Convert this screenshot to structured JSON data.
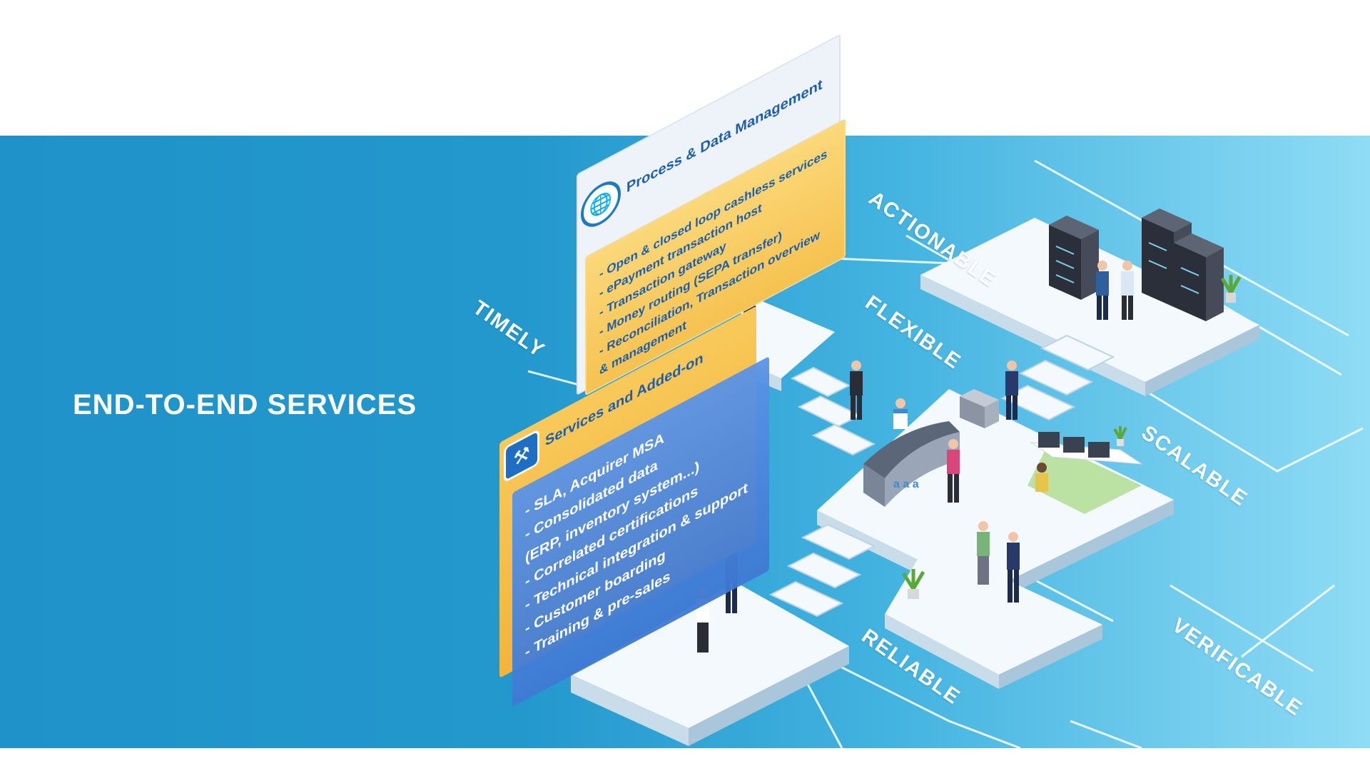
{
  "headline": "END-TO-END SERVICES",
  "attributes": {
    "timely": "TIMELY",
    "actionable": "ACTIONABLE",
    "flexible": "FLEXIBLE",
    "scalable": "SCALABLE",
    "reliable": "RELIABLE",
    "verificable": "VERIFICABLE"
  },
  "process_card": {
    "title": "Process & Data Management",
    "items": [
      "- Open & closed loop cashless services",
      "- ePayment transaction host",
      "- Transaction gateway",
      "- Money routing (SEPA transfer)",
      "- Reconciliation, Transaction overview",
      "& management"
    ]
  },
  "services_card": {
    "title": "Services and Added-on",
    "items": [
      "- SLA, Acquirer MSA",
      "- Consolidated data",
      "(ERP, inventory system...)",
      "- Correlated certifications",
      "- Technical integration & support",
      "- Customer boarding",
      "- Training & pre-sales"
    ]
  },
  "colors": {
    "banner": "#2398cd",
    "card_yellow": "#f8c95a",
    "card_blue": "#4f86de",
    "title_blue": "#1c5fb0",
    "platform": "#f3f8fc"
  },
  "icons": {
    "process": "globe-data-icon",
    "services": "wrench-screwdriver-icon"
  }
}
